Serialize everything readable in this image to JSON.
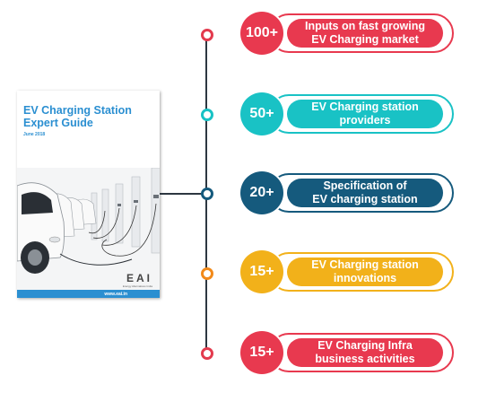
{
  "cover": {
    "title_line1": "EV Charging Station",
    "title_line2": "Expert Guide",
    "date": "June 2018",
    "logo_letters": "EAI",
    "logo_sub": "Energy Alternatives India",
    "url": "www.eai.in"
  },
  "stats": [
    {
      "number": "100+",
      "line1": "Inputs on fast growing",
      "line2": "EV Charging market",
      "color": "#e8394f"
    },
    {
      "number": "50+",
      "line1": "EV Charging station",
      "line2": "providers",
      "color": "#19c2c5"
    },
    {
      "number": "20+",
      "line1": "Specification of",
      "line2": "EV charging station",
      "color": "#155a7d"
    },
    {
      "number": "15+",
      "line1": "EV Charging station",
      "line2": "innovations",
      "color": "#f2b11a"
    },
    {
      "number": "15+",
      "line1": "EV Charging Infra",
      "line2": "business activities",
      "color": "#e8394f"
    }
  ],
  "dot_colors": [
    "#e33b4e",
    "#19c2c5",
    "#155a7d",
    "#f28a1a",
    "#e33b4e"
  ]
}
